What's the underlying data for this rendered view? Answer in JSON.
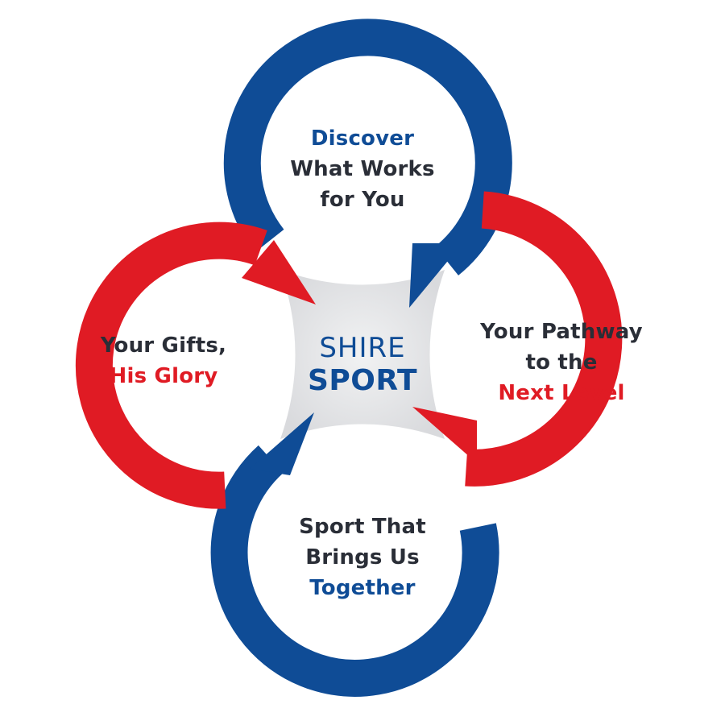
{
  "center": {
    "line1": "SHIRE",
    "line2": "SPORT"
  },
  "nodes": {
    "top": {
      "line1": "Discover",
      "line2": "What Works",
      "line3": "for You"
    },
    "right": {
      "line1": "Your Pathway",
      "line2": "to the",
      "line3": "Next Level"
    },
    "bottom": {
      "line1": "Sport That",
      "line2": "Brings Us",
      "line3": "Together"
    },
    "left": {
      "line1": "Your Gifts,",
      "line2": "His Glory"
    }
  },
  "colors": {
    "blue": "#0f4c96",
    "red": "#e01b24",
    "dark_text": "#2a2e37",
    "hub_gray": "#e7e8ea"
  }
}
